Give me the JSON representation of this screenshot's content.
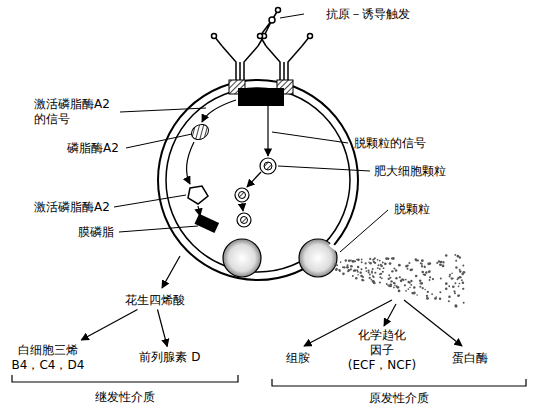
{
  "diagram": {
    "nodes": [
      {
        "text": [
          "花生四烯酸"
        ]
      },
      {
        "text": [
          "白细胞三烯 B4，C4，D4"
        ]
      },
      {
        "text": [
          "前列腺素 D"
        ]
      },
      {
        "text": [
          "组胺"
        ]
      },
      {
        "text": [
          "化学趋化 因子",
          "(ECF，NCF)"
        ]
      },
      {
        "text": [
          "蛋白酶"
        ]
      }
    ],
    "edges": [
      {
        "from": 0,
        "to": 1,
        "arrow": "to"
      },
      {
        "from": 0,
        "to": 2,
        "arrow": "to"
      }
    ],
    "labels": [
      "抗原－诱导触发",
      "激活磷脂酶A2 的信号",
      "磷脂酶A2",
      "激活磷脂酶A2",
      "膜磷脂",
      "脱颗粒的信号",
      "肥大细胞颗粒",
      "脱颗粒",
      "继发性介质",
      "原发性介质"
    ]
  }
}
